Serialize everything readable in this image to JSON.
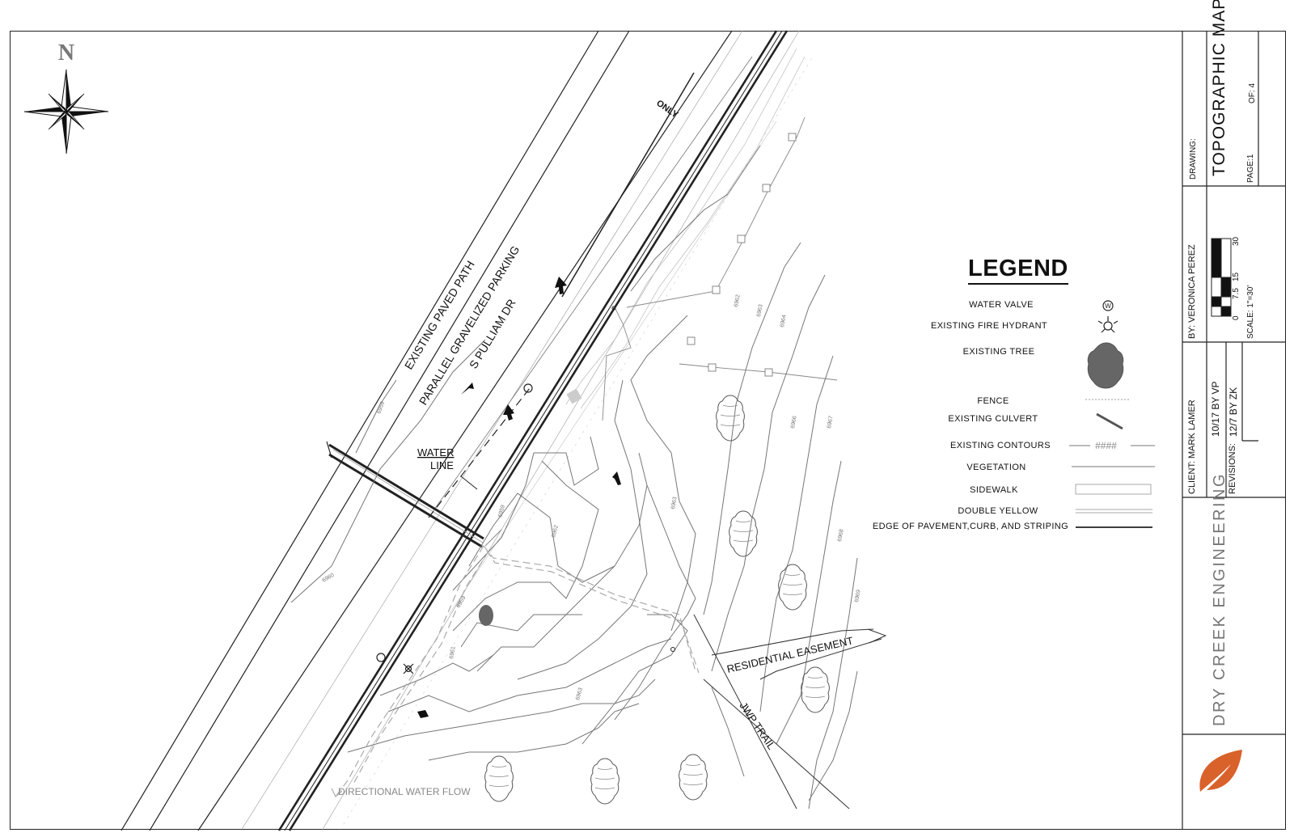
{
  "compass": {
    "label": "N"
  },
  "map_labels": {
    "existing_paved_path": "EXISTING PAVED PATH",
    "parallel_parking": "PARALLEL GRAVELIZED PARKING",
    "street": "S PULLIAM DR",
    "only": "ONLY",
    "water": "WATER",
    "line": "LINE",
    "residential_easement": "RESIDENTIAL EASEMENT",
    "jwp_trail": "JWP TRAIL",
    "directional_water_flow": "DIRECTIONAL WATER FLOW"
  },
  "contours": [
    "6959",
    "6960",
    "6961",
    "6962",
    "6962",
    "6963",
    "6963",
    "6963",
    "6964",
    "6966",
    "6967",
    "6968",
    "6969",
    "6959",
    "6959"
  ],
  "legend": {
    "title": "LEGEND",
    "items": [
      {
        "label": "WATER VALVE"
      },
      {
        "label": "EXISTING FIRE HYDRANT"
      },
      {
        "label": "EXISTING TREE"
      },
      {
        "label": "FENCE"
      },
      {
        "label": "EXISTING CULVERT"
      },
      {
        "label": "EXISTING CONTOURS",
        "symbol_text": "####"
      },
      {
        "label": "VEGETATION"
      },
      {
        "label": "SIDEWALK"
      },
      {
        "label": "DOUBLE YELLOW"
      },
      {
        "label": "EDGE OF PAVEMENT,CURB, AND STRIPING"
      }
    ]
  },
  "title_block": {
    "drawing_label": "DRAWING:",
    "drawing_title": "TOPOGRAPHIC MAP",
    "page": "PAGE:1",
    "of": "OF: 4",
    "by": "BY: VERONICA PEREZ",
    "scale": "SCALE: 1\"=30'",
    "scale_ticks": [
      "0",
      "7.5",
      "15",
      "30"
    ],
    "client": "CLIENT: MARK LAMER",
    "revisions_label": "REVISIONS:",
    "revisions": [
      "10/17 BY VP",
      "12/7 BY ZK"
    ],
    "company": "DRY CREEK ENGINEERING",
    "logo_color": "#d9622b"
  }
}
